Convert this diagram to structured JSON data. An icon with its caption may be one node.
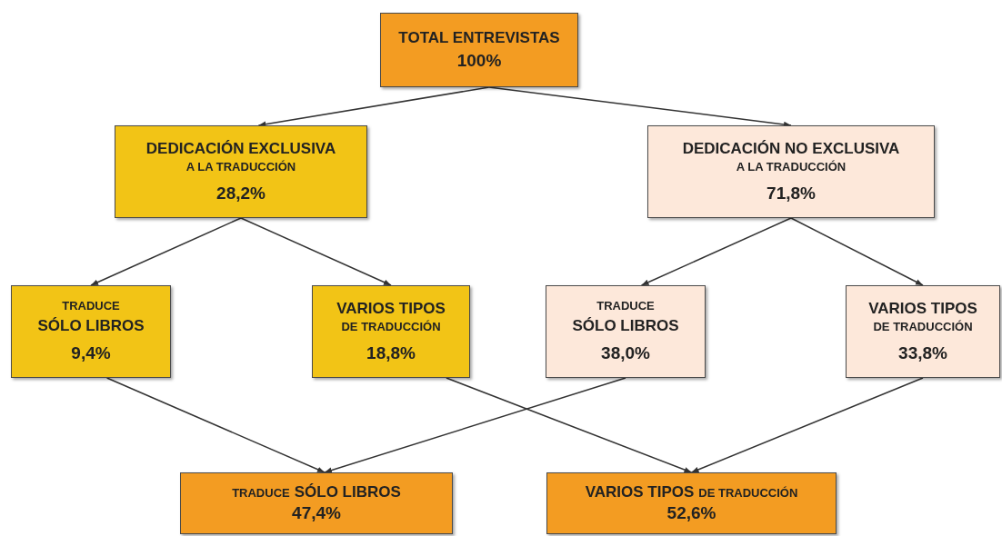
{
  "diagram": {
    "nodes": [
      {
        "text": [
          "TOTAL ENTREVISTAS",
          "100%"
        ]
      },
      {
        "text": [
          "DEDICACIÓN EXCLUSIVA",
          "A LA TRADUCCIÓN",
          "28,2%"
        ]
      },
      {
        "text": [
          "DEDICACIÓN NO EXCLUSIVA",
          "A LA TRADUCCIÓN",
          "71,8%"
        ]
      },
      {
        "text": [
          "TRADUCE",
          "SÓLO LIBROS",
          "9,4%"
        ]
      },
      {
        "text": [
          "VARIOS TIPOS",
          "DE TRADUCCIÓN",
          "18,8%"
        ]
      },
      {
        "text": [
          "TRADUCE",
          "SÓLO LIBROS",
          "38,0%"
        ]
      },
      {
        "text": [
          "VARIOS TIPOS",
          "DE TRADUCCIÓN",
          "33,8%"
        ]
      },
      {
        "text": [
          "TRADUCE",
          "SÓLO LIBROS",
          "47,4%"
        ]
      },
      {
        "text": [
          "VARIOS TIPOS",
          "DE TRADUCCIÓN",
          "52,6%"
        ]
      }
    ],
    "edges": [
      {
        "from": 0,
        "to": 1,
        "arrow": "to"
      },
      {
        "from": 0,
        "to": 2,
        "arrow": "to"
      },
      {
        "from": 1,
        "to": 3,
        "arrow": "to"
      },
      {
        "from": 1,
        "to": 4,
        "arrow": "to"
      },
      {
        "from": 2,
        "to": 5,
        "arrow": "to"
      },
      {
        "from": 2,
        "to": 6,
        "arrow": "to"
      },
      {
        "from": 3,
        "to": 7,
        "arrow": "to"
      },
      {
        "from": 5,
        "to": 7,
        "arrow": "to"
      },
      {
        "from": 4,
        "to": 8,
        "arrow": "to"
      },
      {
        "from": 6,
        "to": 8,
        "arrow": "to"
      }
    ]
  }
}
